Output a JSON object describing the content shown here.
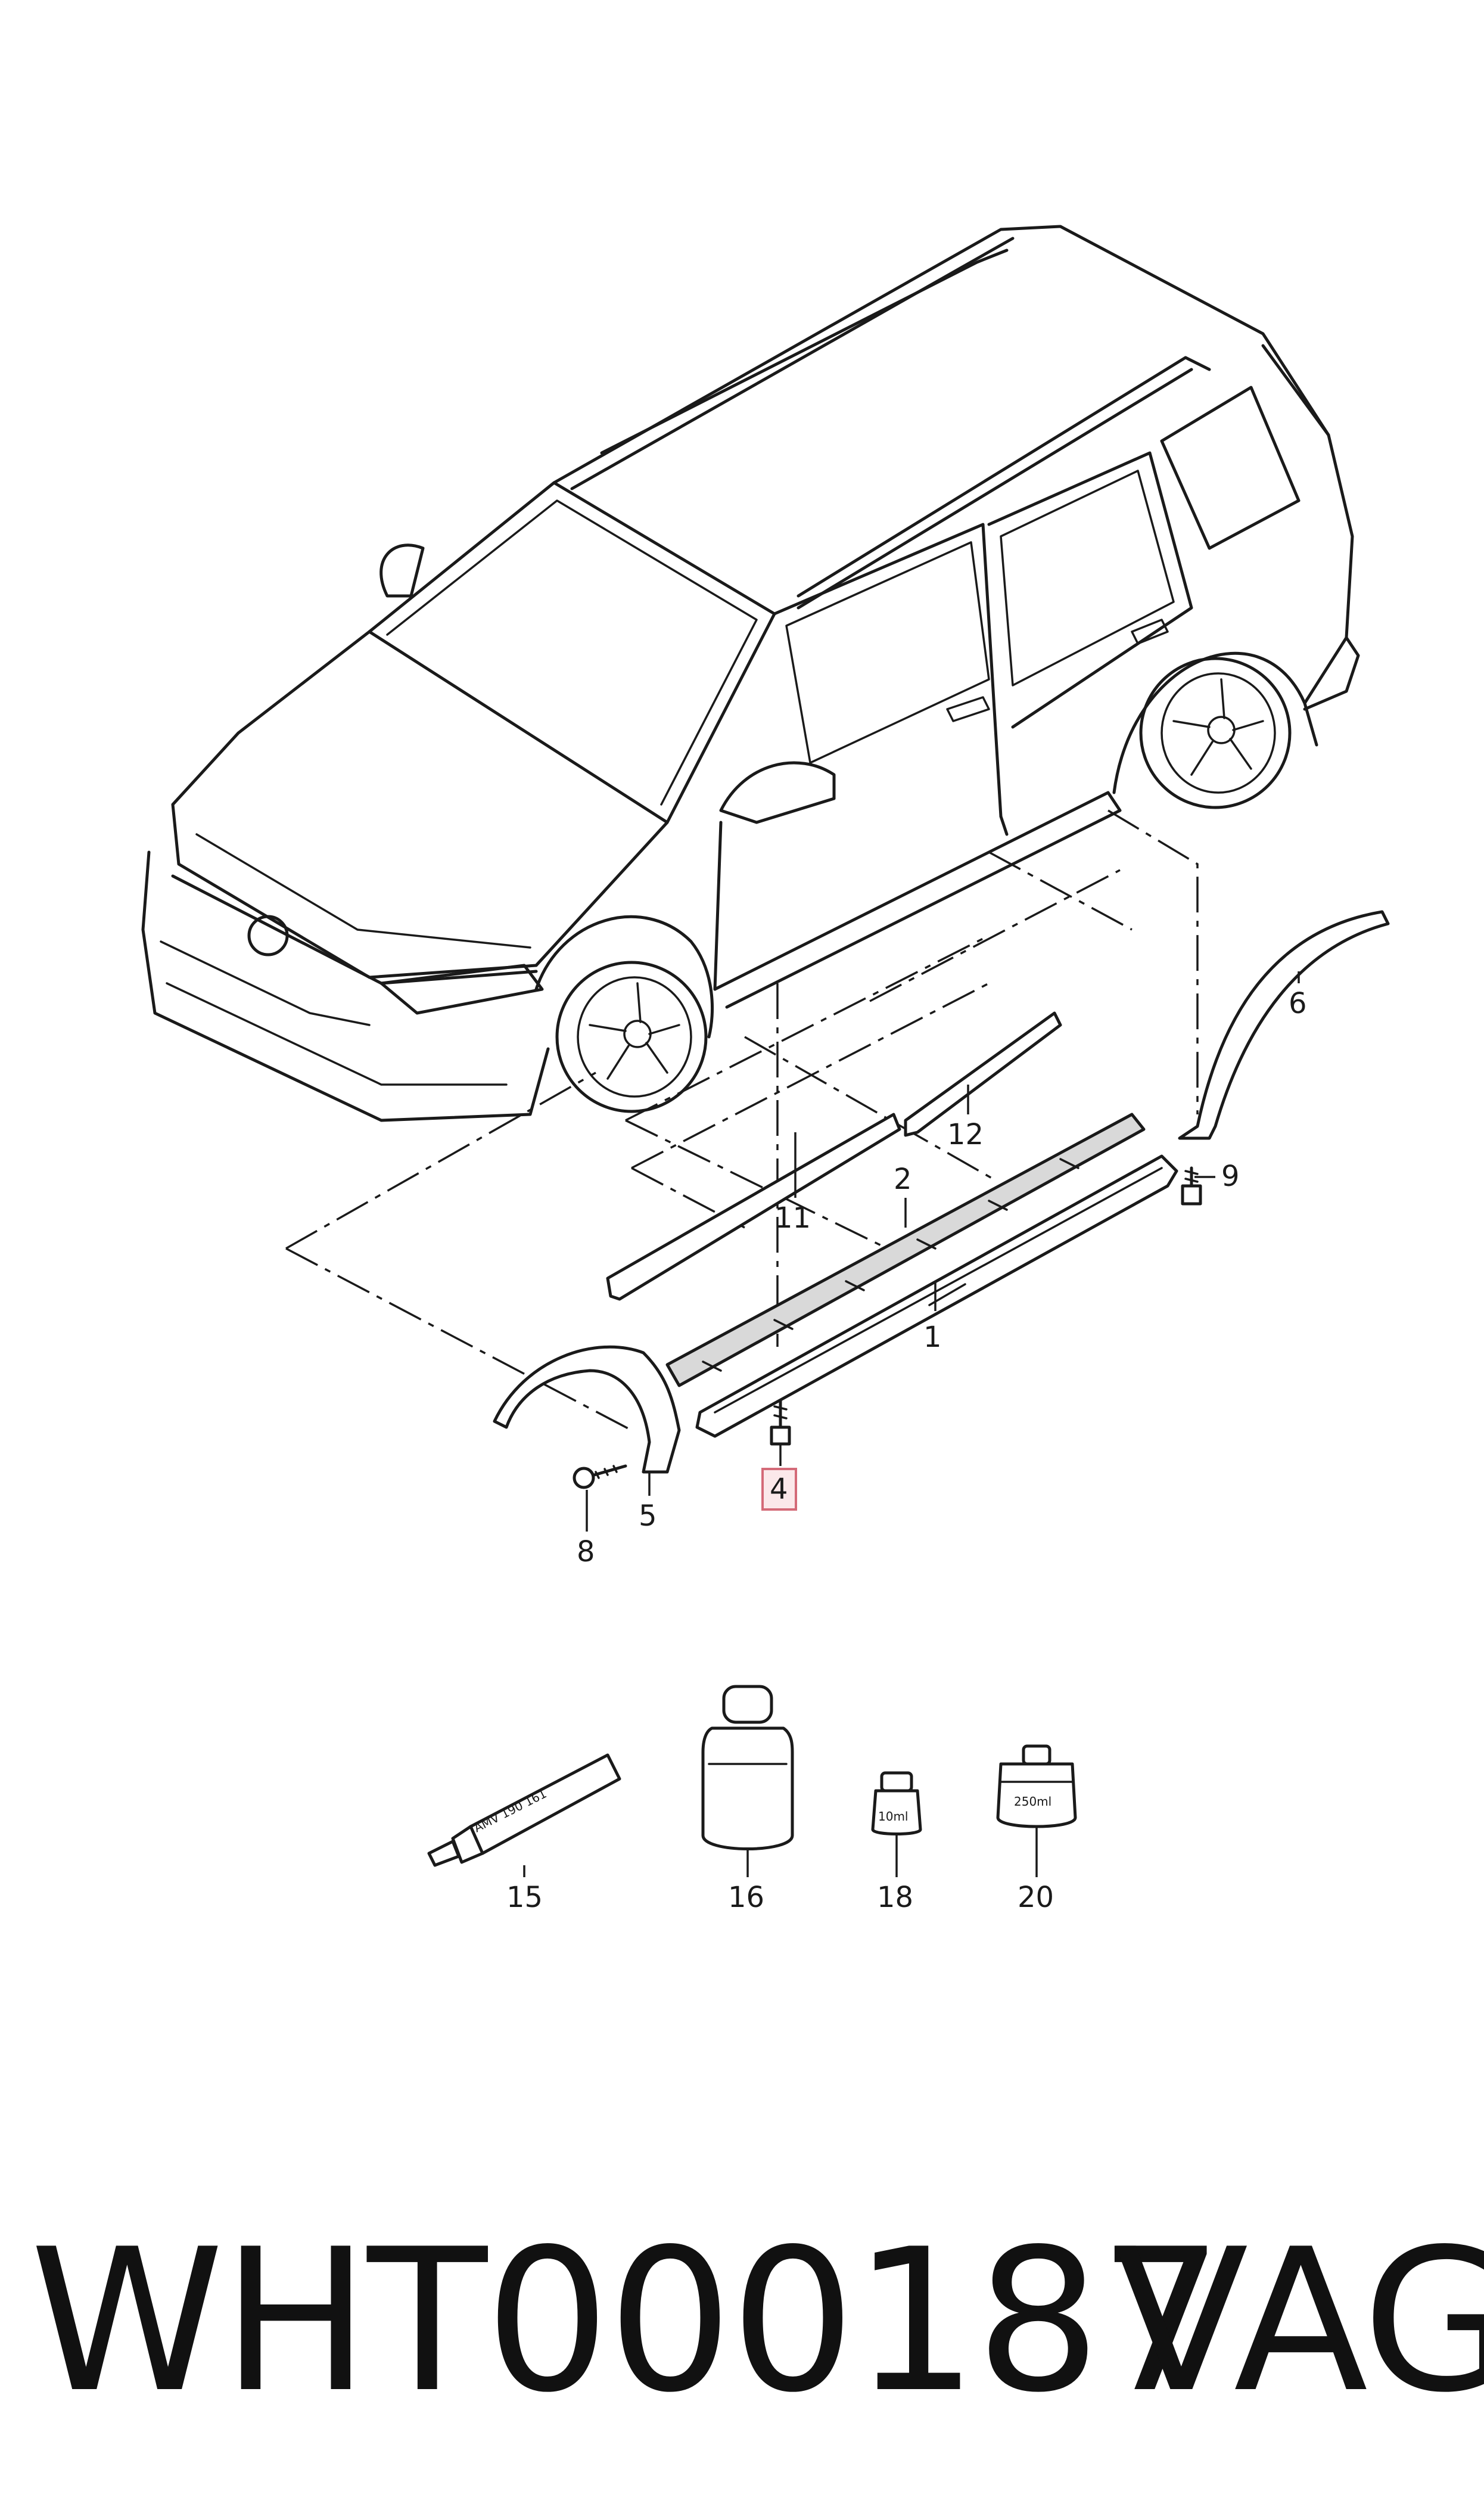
{
  "diagram": {
    "callouts": {
      "c1": "1",
      "c2": "2",
      "c4": "4",
      "c5": "5",
      "c6": "6",
      "c8": "8",
      "c9": "9",
      "c11": "11",
      "c12": "12",
      "c15": "15",
      "c16": "16",
      "c18": "18",
      "c20": "20"
    },
    "product_labels": {
      "tube": "AMV 190 161",
      "small_bottle": "10ml",
      "can": "250ml"
    },
    "highlighted_callout": "4"
  },
  "footer": {
    "part_number": "WHT000187",
    "brand": "VAG"
  }
}
